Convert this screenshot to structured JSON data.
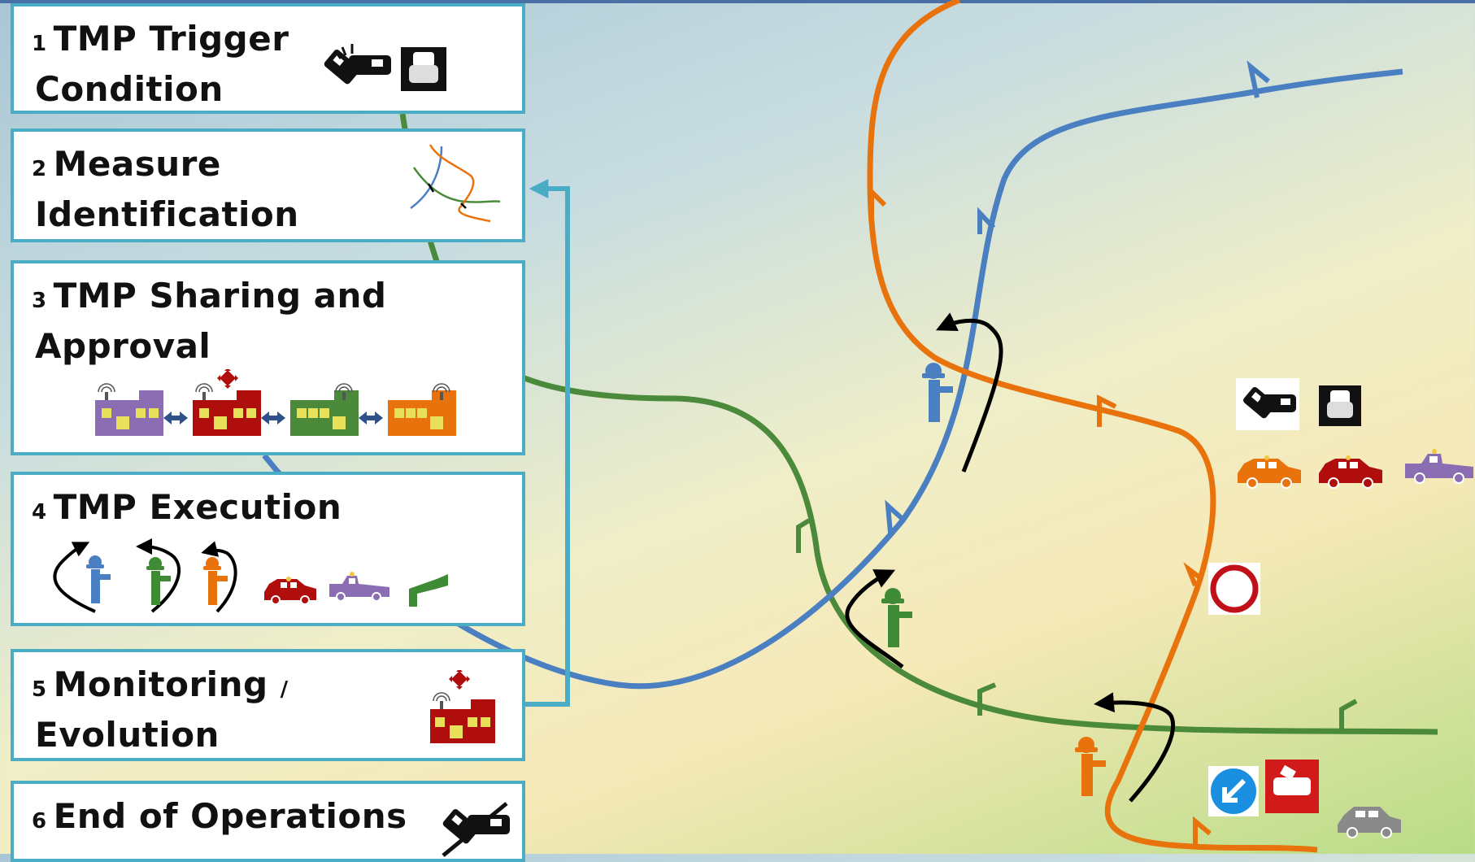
{
  "steps": [
    {
      "num": "1",
      "title_line1": "TMP Trigger",
      "title_line2": "Condition",
      "icons": [
        "crash-icon",
        "traffic-jam-icon"
      ]
    },
    {
      "num": "2",
      "title_line1": "Measure",
      "title_line2": "Identification",
      "icons": [
        "route-map-icon"
      ]
    },
    {
      "num": "3",
      "title_line1": "TMP Sharing and",
      "title_line2": "Approval",
      "icons": [
        "control-center-purple-icon",
        "control-center-red-icon",
        "control-center-green-icon",
        "control-center-orange-icon"
      ]
    },
    {
      "num": "4",
      "title_line1": "TMP Execution",
      "title_line2": "",
      "icons": [
        "operator-blue-icon",
        "operator-green-icon",
        "operator-orange-icon",
        "service-car-red-icon",
        "service-car-purple-icon",
        "barrier-icon"
      ]
    },
    {
      "num": "5",
      "title_line1": "Monitoring",
      "title_sep": "/",
      "title_line2": "Evolution",
      "icons": [
        "control-center-red-icon"
      ]
    },
    {
      "num": "6",
      "title_line1": "End of Operations",
      "title_line2": "",
      "icons": [
        "crash-cleared-icon"
      ]
    }
  ],
  "colors": {
    "box_border": "#4bacc6",
    "route_orange": "#e8720c",
    "route_blue": "#4a7fc1",
    "route_green": "#4a8a3a",
    "operator_blue": "#4a7fc1",
    "operator_green": "#3f8a35",
    "operator_orange": "#e8720c",
    "car_red": "#b00d0d",
    "car_purple": "#8a6db3",
    "car_gray": "#8a8a8a"
  },
  "map_icons": [
    "crash-icon",
    "traffic-jam-icon",
    "service-car-orange-icon",
    "service-car-red-icon",
    "service-car-purple-icon",
    "no-entry-sign-icon",
    "operator-blue-icon",
    "operator-green-icon",
    "operator-orange-icon",
    "keep-left-sign-icon",
    "accident-warning-icon",
    "car-gray-icon"
  ]
}
